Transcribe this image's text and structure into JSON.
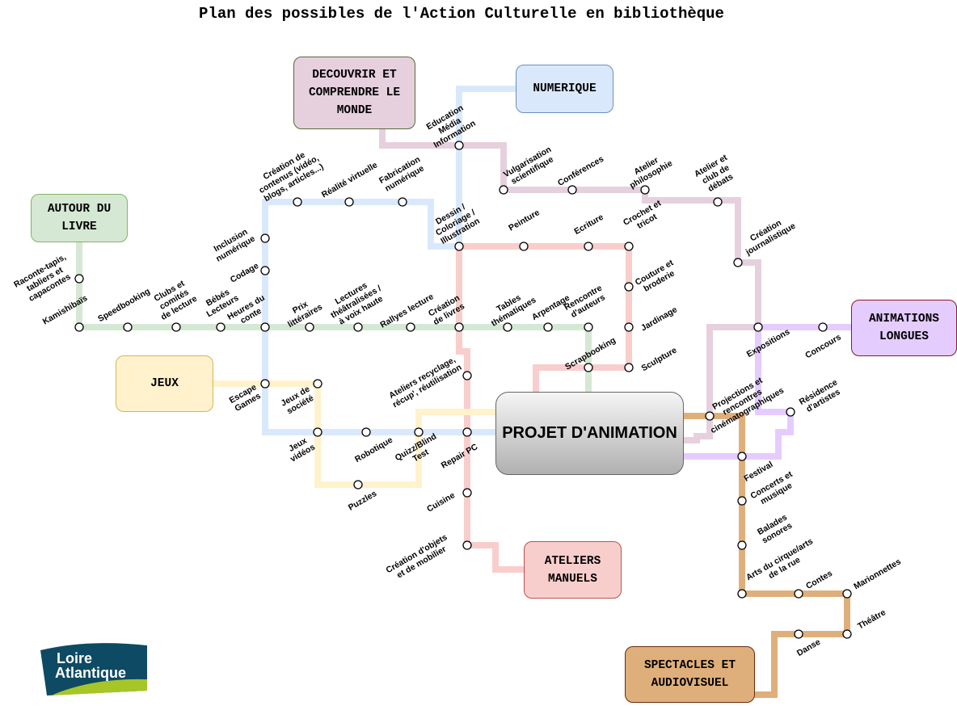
{
  "title": "Plan des possibles de l'Action Culturelle en bibliothèque",
  "center": "PROJET D'ANIMATION",
  "boxes": {
    "autour_du_livre": [
      "AUTOUR DU",
      "LIVRE"
    ],
    "decouvrir": [
      "DECOUVRIR ET",
      "COMPRENDRE LE",
      "MONDE"
    ],
    "numerique": [
      "NUMERIQUE"
    ],
    "jeux": [
      "JEUX"
    ],
    "ateliers": [
      "ATELIERS",
      "MANUELS"
    ],
    "animations": [
      "ANIMATIONS",
      "LONGUES"
    ],
    "spectacles": [
      "SPECTACLES ET",
      "AUDIOVISUEL"
    ]
  },
  "colors": {
    "livre": "#d5e8d4",
    "numerique": "#dae8fc",
    "decouvrir": "#e6d0de",
    "ateliers": "#f8cecc",
    "jeux": "#fff2cc",
    "animations": "#e5ccff",
    "spectacles": "#dfaf7b"
  },
  "logo": {
    "line1": "Loire",
    "line2": "Atlantique"
  },
  "stations": {
    "raconte": [
      "Raconte-tapis,",
      "tabliers et",
      "capacontes"
    ],
    "kamishibais": [
      "Kamishibaïs"
    ],
    "speedbooking": [
      "Speedbooking"
    ],
    "clubs": [
      "Clubs et",
      "comités",
      "de lecture"
    ],
    "bebes": [
      "Bébés",
      "Lecteurs"
    ],
    "heures": [
      "Heures du",
      "conte"
    ],
    "prix": [
      "Prix",
      "littéraires"
    ],
    "lectures": [
      "Lectures",
      "théâtralisées /",
      "à voix haute"
    ],
    "rallyes": [
      "Rallyes lecture"
    ],
    "creation_livres": [
      "Création",
      "de livres"
    ],
    "tables": [
      "Tables",
      "thématiques"
    ],
    "arpentage": [
      "Arpentage"
    ],
    "rencontre": [
      "Rencontre",
      "d'auteurs"
    ],
    "scrapbooking": [
      "Scrapbooking"
    ],
    "contenus": [
      "Création de",
      "contenus (vidéo,",
      "blogs, articles...)"
    ],
    "realite": [
      "Réalité virtuelle"
    ],
    "fabrication": [
      "Fabrication",
      "numérique"
    ],
    "inclusion": [
      "Inclusion",
      "numérique"
    ],
    "codage": [
      "Codage"
    ],
    "emi": [
      "Education",
      "Média",
      "Information"
    ],
    "dessin": [
      "Dessin /",
      "Coloriage /",
      "Illustration"
    ],
    "vulgarisation": [
      "Vulgarisation",
      "scientifique"
    ],
    "conferences": [
      "Conférences"
    ],
    "philosophie": [
      "Atelier",
      "philosophie"
    ],
    "debats": [
      "Atelier et",
      "club de",
      "débats"
    ],
    "journalistique": [
      "Création",
      "journalistique"
    ],
    "peinture": [
      "Peinture"
    ],
    "ecriture": [
      "Ecriture"
    ],
    "crochet": [
      "Crochet et",
      "tricot"
    ],
    "couture": [
      "Couture et",
      "broderie"
    ],
    "jardinage": [
      "Jardinage"
    ],
    "sculpture": [
      "Sculpture"
    ],
    "recyclage": [
      "Ateliers recyclage,",
      "récup', réutilisation"
    ],
    "repair": [
      "Repair PC"
    ],
    "cuisine": [
      "Cuisine"
    ],
    "objets": [
      "Création d'objets",
      "et de mobilier"
    ],
    "escape": [
      "Escape",
      "Games"
    ],
    "societe": [
      "Jeux de",
      "société"
    ],
    "videos": [
      "Jeux",
      "vidéos"
    ],
    "robotique": [
      "Robotique"
    ],
    "quizz": [
      "Quizz/Blind",
      "Test"
    ],
    "puzzles": [
      "Puzzles"
    ],
    "expositions": [
      "Expositions"
    ],
    "concours": [
      "Concours"
    ],
    "projections": [
      "Projections et",
      "rencontres",
      "cinématographiques"
    ],
    "residence": [
      "Résidence",
      "d'artistes"
    ],
    "festival": [
      "Festival"
    ],
    "concerts": [
      "Concerts et",
      "musique"
    ],
    "balades": [
      "Balades",
      "sonores"
    ],
    "cirque": [
      "Arts du cirque/arts",
      "de la rue"
    ],
    "contes": [
      "Contes"
    ],
    "marionnettes": [
      "Marionnettes"
    ],
    "theatre": [
      "Théâtre"
    ],
    "danse": [
      "Danse"
    ]
  }
}
